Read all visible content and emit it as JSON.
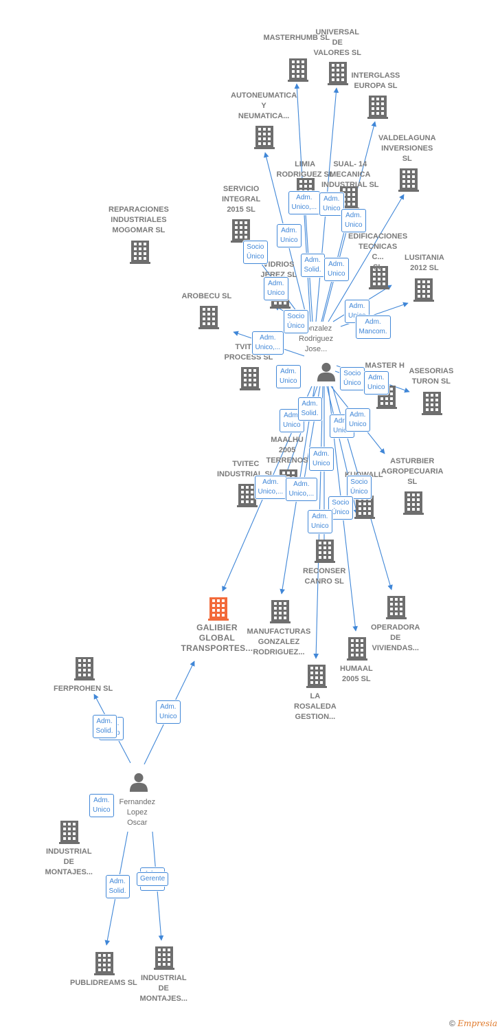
{
  "colors": {
    "edge": "#3f86d7",
    "company": "#6e6e6e",
    "focus_company": "#f26a3a",
    "person": "#6e6e6e"
  },
  "companies": [
    {
      "id": "masterhumb",
      "lines": [
        "MASTERHUMB SL"
      ],
      "focus": false
    },
    {
      "id": "universal",
      "lines": [
        "UNIVERSAL",
        "DE",
        "VALORES  SL"
      ],
      "focus": false
    },
    {
      "id": "interglass",
      "lines": [
        "INTERGLASS",
        "EUROPA SL"
      ],
      "focus": false
    },
    {
      "id": "autoneumatica",
      "lines": [
        "AUTONEUMATICA",
        "Y",
        "NEUMATICA..."
      ],
      "focus": false
    },
    {
      "id": "valdelaguna",
      "lines": [
        "VALDELAGUNA",
        "INVERSIONES",
        "SL"
      ],
      "focus": false
    },
    {
      "id": "limia",
      "lines": [
        "LIMIA",
        "RODRIGUEZ SL"
      ],
      "focus": false
    },
    {
      "id": "sual",
      "lines": [
        "SUAL- 14",
        "MECANICA",
        "INDUSTRIAL SL"
      ],
      "focus": false
    },
    {
      "id": "servicio",
      "lines": [
        "SERVICIO",
        "INTEGRAL",
        "2015  SL"
      ],
      "focus": false
    },
    {
      "id": "reparaciones",
      "lines": [
        "REPARACIONES",
        "INDUSTRIALES",
        "MOGOMAR  SL"
      ],
      "focus": false
    },
    {
      "id": "edificaciones",
      "lines": [
        "EDIFICACIONES",
        "TECNICAS",
        "C...",
        "SL"
      ],
      "focus": false
    },
    {
      "id": "lusitania",
      "lines": [
        "LUSITANIA",
        "2012 SL"
      ],
      "focus": false
    },
    {
      "id": "vidrios",
      "lines": [
        "VIDRIOS",
        "JEREZ SL"
      ],
      "focus": false
    },
    {
      "id": "arobecu",
      "lines": [
        "AROBECU SL"
      ],
      "focus": false
    },
    {
      "id": "tvitec_process",
      "lines": [
        "TVITEC",
        "PROCESS  SL"
      ],
      "focus": false
    },
    {
      "id": "master_h",
      "lines": [
        "MASTER H",
        "SL"
      ],
      "focus": false
    },
    {
      "id": "asesorias",
      "lines": [
        "ASESORIAS",
        "TURON SL"
      ],
      "focus": false
    },
    {
      "id": "maalhu",
      "lines": [
        "MAALHU",
        "2005",
        "TERRENOS"
      ],
      "focus": false
    },
    {
      "id": "tvitec_industrial",
      "lines": [
        "TVITEC",
        "INDUSTRIAL SL"
      ],
      "focus": false
    },
    {
      "id": "asturbier",
      "lines": [
        "ASTURBIER",
        "AGROPECUARIA",
        "SL"
      ],
      "focus": false
    },
    {
      "id": "kuowall",
      "lines": [
        "KUOWALL",
        "P...",
        "SL"
      ],
      "focus": false
    },
    {
      "id": "reconser",
      "lines": [
        "RECONSER",
        "CANRO  SL"
      ],
      "focus": false
    },
    {
      "id": "galibier",
      "lines": [
        "GALIBIER",
        "GLOBAL",
        "TRANSPORTES..."
      ],
      "focus": true
    },
    {
      "id": "manufacturas",
      "lines": [
        "MANUFACTURAS",
        "GONZALEZ",
        "RODRIGUEZ..."
      ],
      "focus": false
    },
    {
      "id": "operadora",
      "lines": [
        "OPERADORA",
        "DE",
        "VIVIENDAS..."
      ],
      "focus": false
    },
    {
      "id": "humaal",
      "lines": [
        "HUMAAL",
        "2005  SL"
      ],
      "focus": false
    },
    {
      "id": "rosaleda",
      "lines": [
        "LA",
        "ROSALEDA",
        "GESTION..."
      ],
      "focus": false
    },
    {
      "id": "ferprohen",
      "lines": [
        "FERPROHEN SL"
      ],
      "focus": false
    },
    {
      "id": "industrial_montajes_1",
      "lines": [
        "INDUSTRIAL",
        "DE",
        "MONTAJES..."
      ],
      "focus": false
    },
    {
      "id": "publidreams",
      "lines": [
        "PUBLIDREAMS SL"
      ],
      "focus": false
    },
    {
      "id": "industrial_montajes_2",
      "lines": [
        "INDUSTRIAL",
        "DE",
        "MONTAJES..."
      ],
      "focus": false
    }
  ],
  "persons": [
    {
      "id": "gonzalez",
      "lines": [
        "Gonzalez",
        "Rodriguez",
        "Jose..."
      ]
    },
    {
      "id": "fernandez",
      "lines": [
        "Fernandez",
        "Lopez",
        "Oscar"
      ]
    }
  ],
  "relations": [
    {
      "id": "r1",
      "lines": [
        "Adm.",
        "Unico"
      ]
    },
    {
      "id": "r2",
      "lines": [
        "Adm.",
        "Unico,..."
      ]
    },
    {
      "id": "r3",
      "lines": [
        "Adm.",
        "Unico"
      ]
    },
    {
      "id": "r4",
      "lines": [
        "Adm.",
        "Unico"
      ]
    },
    {
      "id": "r5",
      "lines": [
        "Socio",
        "Único"
      ]
    },
    {
      "id": "r6",
      "lines": [
        "Adm.",
        "Solid."
      ]
    },
    {
      "id": "r7",
      "lines": [
        "Adm.",
        "Unico"
      ]
    },
    {
      "id": "r8",
      "lines": [
        "Adm.",
        "Unico"
      ]
    },
    {
      "id": "r9",
      "lines": [
        "Socio",
        "Único"
      ]
    },
    {
      "id": "r10",
      "lines": [
        "Adm.",
        "Unico,..."
      ]
    },
    {
      "id": "r11",
      "lines": [
        "Adm.",
        "Unico"
      ]
    },
    {
      "id": "r12",
      "lines": [
        "Adm.",
        "Mancom."
      ]
    },
    {
      "id": "r13",
      "lines": [
        "Adm.",
        "Unico"
      ]
    },
    {
      "id": "r14",
      "lines": [
        "Socio",
        "Único"
      ]
    },
    {
      "id": "r15",
      "lines": [
        "Adm.",
        "Unico"
      ]
    },
    {
      "id": "r16",
      "lines": [
        "Adm.",
        "Unico"
      ]
    },
    {
      "id": "r17",
      "lines": [
        "Adm.",
        "Solid."
      ]
    },
    {
      "id": "r18",
      "lines": [
        "Adm.",
        "Unico"
      ]
    },
    {
      "id": "r19",
      "lines": [
        "Adm.",
        "Unico"
      ]
    },
    {
      "id": "r20",
      "lines": [
        "Adm.",
        "Unico"
      ]
    },
    {
      "id": "r21",
      "lines": [
        "Adm.",
        "Unico,..."
      ]
    },
    {
      "id": "r22",
      "lines": [
        "Adm.",
        "Unico,..."
      ]
    },
    {
      "id": "r23",
      "lines": [
        "Socio",
        "Único"
      ]
    },
    {
      "id": "r24",
      "lines": [
        "Socio",
        "Único"
      ]
    },
    {
      "id": "r25",
      "lines": [
        "Adm.",
        "Unico"
      ]
    },
    {
      "id": "r26",
      "lines": [
        "Adm.",
        "Unico"
      ]
    },
    {
      "id": "r27",
      "lines": [
        "Adm.",
        "Unico"
      ]
    },
    {
      "id": "r28",
      "lines": [
        "Adm.",
        "Unico"
      ]
    },
    {
      "id": "r29",
      "lines": [
        "Adm.",
        "Solid."
      ]
    },
    {
      "id": "r30",
      "lines": [
        "Adm.",
        "Unico"
      ]
    },
    {
      "id": "r31",
      "lines": [
        "Adm.",
        "Solid."
      ]
    },
    {
      "id": "r32",
      "lines": [
        "Adm.",
        "Unico"
      ]
    },
    {
      "id": "r33",
      "lines": [
        "Gerente"
      ]
    }
  ],
  "footer": {
    "copyright": "©",
    "brand": "Empresia"
  }
}
